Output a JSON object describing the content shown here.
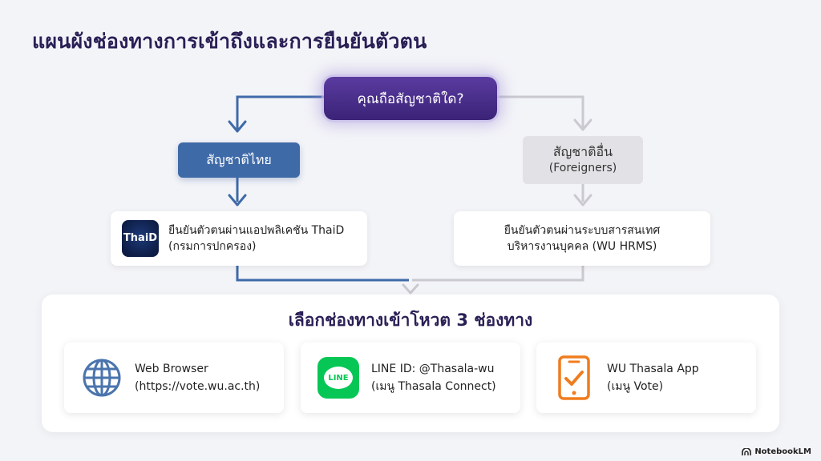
{
  "title": "แผนผังช่องทางการเข้าถึงและการยืนยันตัวตน",
  "question": "คุณถือสัญชาติใด?",
  "branches": {
    "thai": {
      "label": "สัญชาติไทย"
    },
    "foreign": {
      "label": "สัญชาติอื่น",
      "sub": "(Foreigners)"
    }
  },
  "methods": {
    "thai": {
      "logo_text": "ThaiD",
      "line1": "ยืนยันตัวตนผ่านแอปพลิเคชัน ThaiD",
      "line2": "(กรมการปกครอง)"
    },
    "foreign": {
      "line1": "ยืนยันตัวตนผ่านระบบสารสนเทศ",
      "line2": "บริหารงานบุคคล (WU HRMS)"
    }
  },
  "channels": {
    "title": "เลือกช่องทางเข้าโหวต 3 ช่องทาง",
    "items": [
      {
        "line1": "Web Browser",
        "line2": "(https://vote.wu.ac.th)",
        "icon": "globe-icon"
      },
      {
        "line1": "LINE ID: @Thasala-wu",
        "line2": "(เมนู Thasala Connect)",
        "icon": "line-icon",
        "icon_text": "LINE"
      },
      {
        "line1": "WU Thasala App",
        "line2": "(เมนู Vote)",
        "icon": "phone-check-icon"
      }
    ]
  },
  "brand": "NotebookLM",
  "colors": {
    "question_bg": "#3b2377",
    "thai_accent": "#3f6aa8",
    "foreign_grey": "#e2e2e6",
    "line_green": "#06c755",
    "app_orange": "#f07c1e"
  }
}
